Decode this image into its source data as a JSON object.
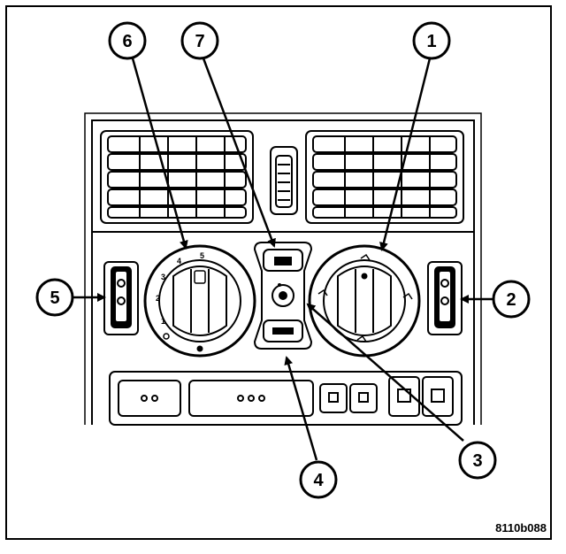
{
  "callouts": [
    "1",
    "2",
    "3",
    "4",
    "5",
    "6",
    "7"
  ],
  "knob_scale": [
    "1",
    "2",
    "3",
    "4",
    "5"
  ],
  "figure_id": "8110b088",
  "colors": {
    "ink": "#000000",
    "paper": "#ffffff",
    "panel_line": "#000000"
  }
}
